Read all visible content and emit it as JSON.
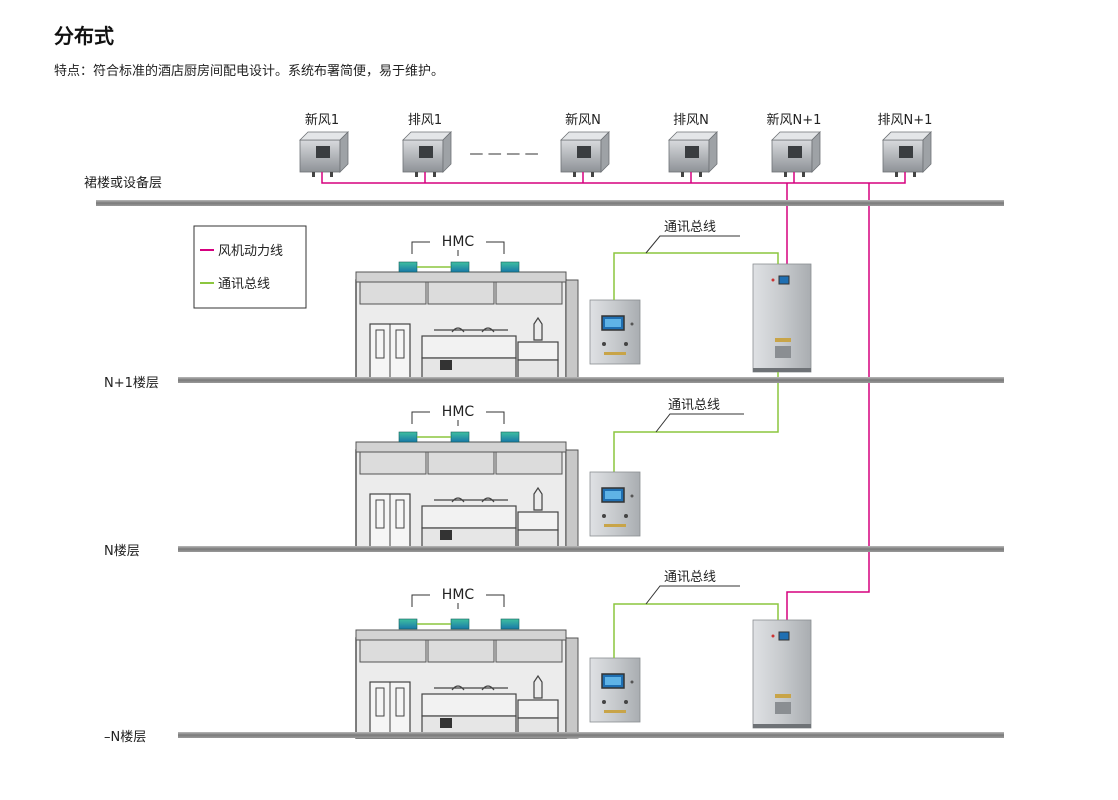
{
  "title": "分布式",
  "subtitle": "特点：符合标准的酒店厨房间配电设计。系统布署简便，易于维护。",
  "colors": {
    "power_line": "#d6007f",
    "comm_line": "#8cc63f",
    "floor_slab": "#8a8a8a",
    "cabinet": "#c9ccd0",
    "hmc": "#19a39a"
  },
  "fans": [
    "新风1",
    "排风1",
    "新风N",
    "排风N",
    "新风N+1",
    "排风N+1"
  ],
  "fan_ellipsis": "— — — —",
  "floors": {
    "top": "裙楼或设备层",
    "n_plus_1": "N+1楼层",
    "n": "N楼层",
    "minus_n": "–N楼层"
  },
  "legend": {
    "power": "风机动力线",
    "comm": "通讯总线"
  },
  "hmc_label": "HMC",
  "comm_bus_label": "通讯总线"
}
